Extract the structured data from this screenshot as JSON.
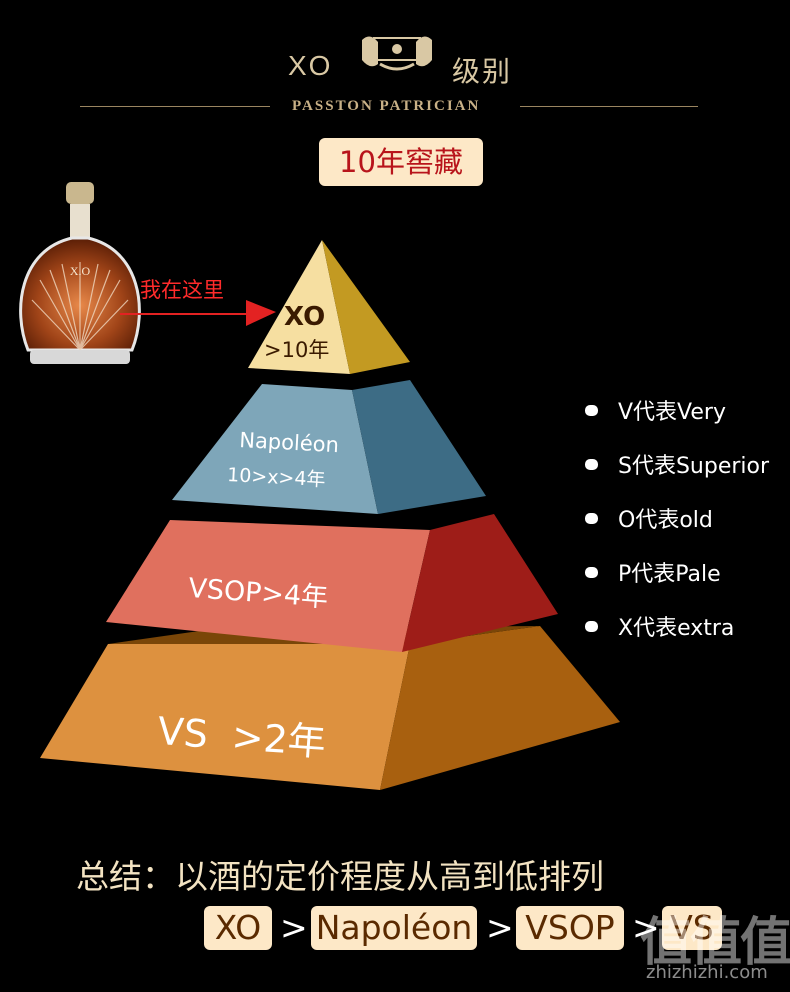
{
  "header": {
    "xo": "XO",
    "level": "级别",
    "brand": "PASSTON PATRICIAN"
  },
  "badge": "10年窖藏",
  "pointer_label": "我在这里",
  "pyramid": {
    "xo": {
      "name": "XO",
      "age": ">10年",
      "color": "#f6dfa1"
    },
    "napoleon": {
      "label": "Napoléon",
      "age": "10>x>4年",
      "color": "#7ea6b9"
    },
    "vsop": {
      "label": "VSOP>4年",
      "color": "#e0705e"
    },
    "vs": {
      "label": "VS  >2年",
      "color": "#dd913f"
    }
  },
  "legend": [
    "V代表Very",
    "S代表Superior",
    "O代表old",
    "P代表Pale",
    "X代表extra"
  ],
  "summary": "总结：以酒的定价程度从高到低排列",
  "ranking": [
    "XO",
    "Napoléon",
    "VSOP",
    "VS"
  ],
  "separator": ">",
  "watermark": {
    "big": "值值值",
    "small": "zhizhizhi.com"
  }
}
